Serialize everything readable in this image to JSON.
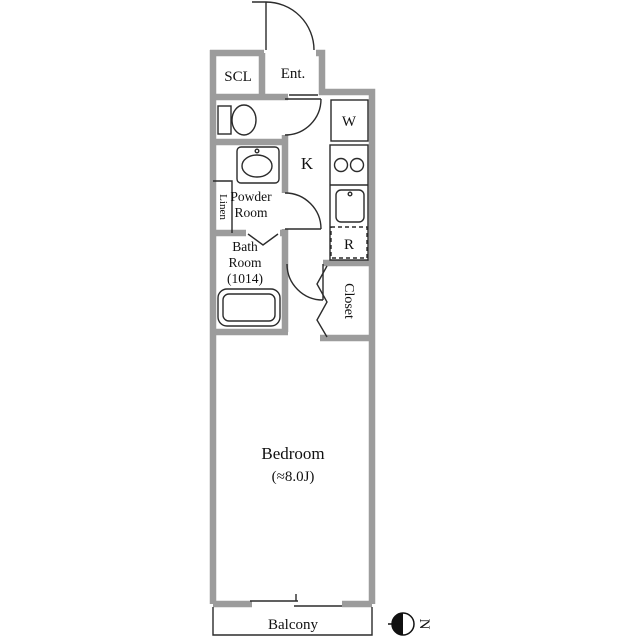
{
  "colors": {
    "wall": "#9c9c9c",
    "line": "#2b2b2b",
    "text": "#111111",
    "bg": "#ffffff"
  },
  "labels": {
    "scl": "SCL",
    "ent": "Ent.",
    "washer": "W",
    "kitchen": "K",
    "fridge": "R",
    "powder_line1": "Powder",
    "powder_line2": "Room",
    "linen": "Linen",
    "bath_line1": "Bath",
    "bath_line2": "Room",
    "bath_line3": "(1014)",
    "closet": "Closet",
    "bedroom_line1": "Bedroom",
    "bedroom_line2": "(≈8.0J)",
    "balcony": "Balcony",
    "compass": "N"
  }
}
